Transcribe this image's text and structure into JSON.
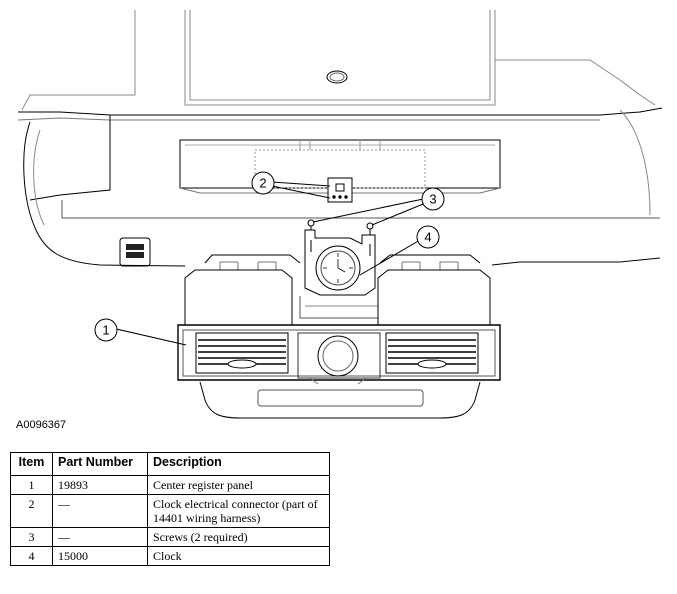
{
  "figure": {
    "id": "A0096367",
    "callouts": [
      "1",
      "2",
      "3",
      "4"
    ]
  },
  "table": {
    "headers": {
      "item": "Item",
      "part_number": "Part Number",
      "description": "Description"
    },
    "rows": [
      {
        "item": "1",
        "part_number": "19893",
        "description": "Center register panel"
      },
      {
        "item": "2",
        "part_number": "—",
        "description": "Clock electrical connector (part of 14401 wiring harness)"
      },
      {
        "item": "3",
        "part_number": "—",
        "description": "Screws (2 required)"
      },
      {
        "item": "4",
        "part_number": "15000",
        "description": "Clock"
      }
    ]
  }
}
